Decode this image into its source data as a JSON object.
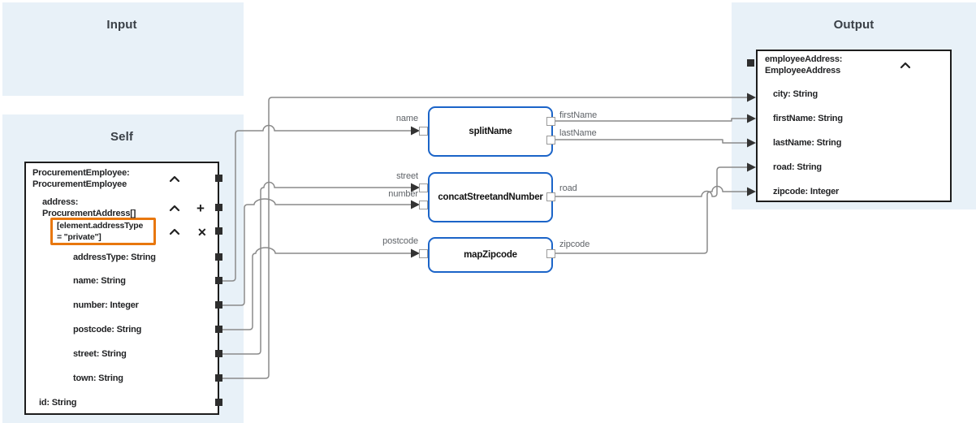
{
  "panels": {
    "input": {
      "title": "Input"
    },
    "self": {
      "title": "Self"
    },
    "output": {
      "title": "Output"
    }
  },
  "self_tree": {
    "rows": [
      {
        "line1": "ProcurementEmployee:",
        "line2": "ProcurementEmployee"
      },
      {
        "line1": "address:",
        "line2": "ProcurementAddress[]"
      },
      {
        "line1": "[element.addressType",
        "line2": "= \"private\"]"
      },
      {
        "line1": "addressType: String"
      },
      {
        "line1": "name: String"
      },
      {
        "line1": "number: Integer"
      },
      {
        "line1": "postcode: String"
      },
      {
        "line1": "street: String"
      },
      {
        "line1": "town: String"
      },
      {
        "line1": "id: String"
      }
    ],
    "controls": {
      "plus": "+",
      "close": "✕"
    }
  },
  "output_tree": {
    "header": {
      "line1": "employeeAddress:",
      "line2": "EmployeeAddress"
    },
    "rows": [
      "city: String",
      "firstName: String",
      "lastName: String",
      "road: String",
      "zipcode: Integer"
    ]
  },
  "functions": [
    {
      "name": "splitName",
      "inputs": [
        "name"
      ],
      "outputs": [
        "firstName",
        "lastName"
      ]
    },
    {
      "name": "concatStreetandNumber",
      "inputs": [
        "street",
        "number"
      ],
      "outputs": [
        "road"
      ]
    },
    {
      "name": "mapZipcode",
      "inputs": [
        "postcode"
      ],
      "outputs": [
        "zipcode"
      ]
    }
  ],
  "colors": {
    "panel_blue": "#e8f1f8",
    "function_border_blue": "#1b64c8",
    "filter_highlight_orange": "#e8770e",
    "wire_gray": "#8a8a8a",
    "arrow_dark": "#333333"
  }
}
